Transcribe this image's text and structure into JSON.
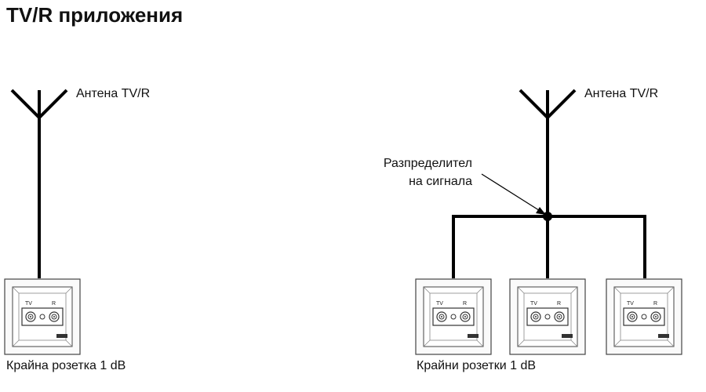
{
  "title": "TV/R приложения",
  "left": {
    "antenna_label": "Антена TV/R",
    "outlet_label": "Крайна розетка 1 dB"
  },
  "right": {
    "antenna_label": "Антена TV/R",
    "splitter_label_line1": "Разпределител",
    "splitter_label_line2": "на сигнала",
    "outlets_label": "Крайни розетки 1 dB"
  },
  "socket_labels": {
    "tv": "TV",
    "r": "R"
  }
}
